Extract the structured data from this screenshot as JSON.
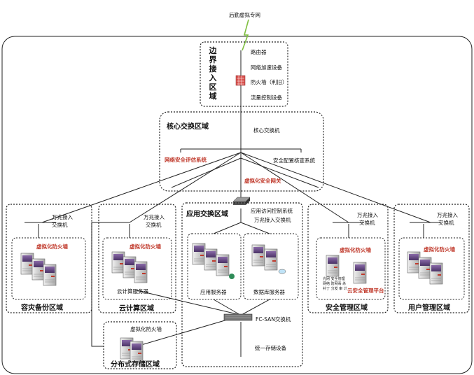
{
  "top_link": "后勤虚拟专网",
  "border": {
    "title_chars": [
      "边",
      "界",
      "接",
      "入",
      "区",
      "域"
    ],
    "items": [
      "路由器",
      "网络加速设备",
      "防火墙（利旧）",
      "流量控制设备"
    ]
  },
  "core": {
    "title": "核心交换区域",
    "switch": "核心交换机",
    "left_system": "网络安全评估系统",
    "right_system": "安全配置核查系统",
    "gateway": "虚拟化安全网关"
  },
  "zones": {
    "backup": {
      "title": "容灾备份区域",
      "switch": [
        "万兆接入",
        "交换机"
      ],
      "firewall": "虚拟化防火墙"
    },
    "cloud": {
      "title": "云计算区域",
      "switch": [
        "万兆接入",
        "交换机"
      ],
      "firewall": "虚拟化防火墙",
      "servers": "云计算服务器"
    },
    "storage": {
      "title": "分布式存储区域",
      "firewall": "虚拟化防火墙"
    },
    "app": {
      "title": "应用交换区域",
      "access_control": "应用访问控制系统",
      "switch": "万兆接入交换机",
      "app_servers": "应用服务器",
      "db_servers": "数据库服务器",
      "fc_switch": "FC-SAN交换机",
      "storage": "统一存储设备"
    },
    "security": {
      "title": "安全管理区域",
      "switch": [
        "万兆接入",
        "交换机"
      ],
      "firewall": "虚拟化防火墙",
      "small_lines": [
        "光网 安全管理",
        "网络 防网毒 杀",
        "补丁 分发 审 计"
      ],
      "platform": "云安全管理平台"
    },
    "user": {
      "title": "用户管理区域",
      "switch": [
        "万兆接入",
        "交换机"
      ],
      "firewall": "虚拟化防火墙"
    }
  },
  "colors": {
    "accent_red": "#c0392b",
    "server_purple": "#6b4f8a",
    "server_light": "#d8d8d8",
    "firewall_red": "#d9534f"
  }
}
